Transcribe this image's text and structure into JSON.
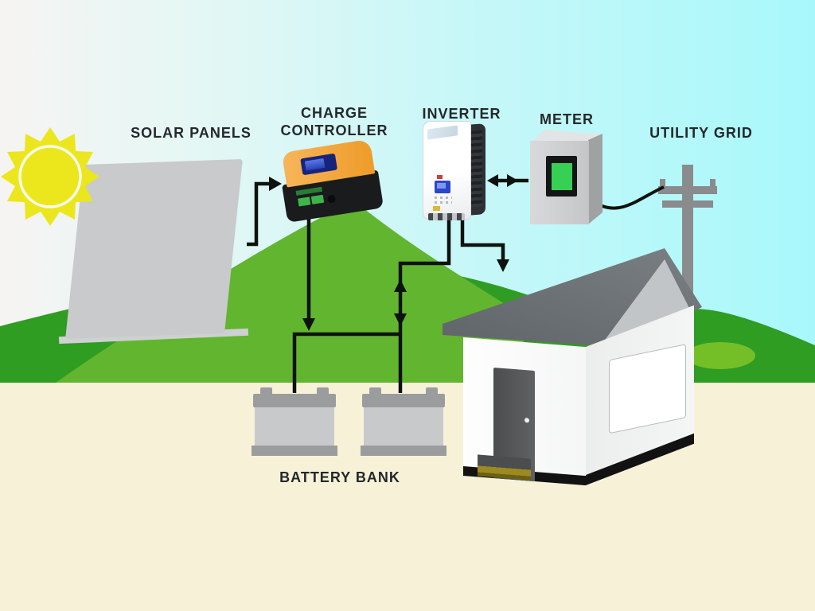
{
  "diagram": {
    "nodes": {
      "solar_panels": {
        "label": "SOLAR PANELS"
      },
      "charge_controller": {
        "label_line1": "CHARGE",
        "label_line2": "CONTROLLER"
      },
      "inverter": {
        "label": "INVERTER"
      },
      "meter": {
        "label": "METER"
      },
      "utility_grid": {
        "label": "UTILITY GRID"
      },
      "battery_bank": {
        "label": "BATTERY BANK",
        "battery_count": 2
      },
      "house": {
        "label": ""
      }
    },
    "connections": [
      {
        "from": "solar_panels",
        "to": "charge_controller",
        "type": "arrow"
      },
      {
        "from": "charge_controller",
        "to": "battery_bank",
        "type": "arrow"
      },
      {
        "from": "battery_bank",
        "to": "inverter",
        "type": "bidirectional"
      },
      {
        "from": "inverter",
        "to": "house",
        "type": "arrow"
      },
      {
        "from": "inverter",
        "to": "meter",
        "type": "bidirectional"
      },
      {
        "from": "meter",
        "to": "utility_grid",
        "type": "wire"
      }
    ]
  },
  "colors": {
    "sky_left": "#f6f4f3",
    "sky_right": "#a8f8fb",
    "hill_dark": "#2f9c22",
    "hill_bright": "#62b52e",
    "hill_patch": "#74bf27",
    "ground": "#f7f1d8",
    "wire": "#0e120e",
    "label_text": "#24282a",
    "sun_yellow": "#ebe61e",
    "panel_cell_blue": "#1f76c4",
    "controller_orange": "#f2a33c",
    "terminal_green": "#3db54a",
    "meter_screen_green": "#35d054",
    "inverter_screen_blue": "#2b46c8",
    "roof_gray": "#6b7074",
    "door_gray": "#565759",
    "battery_gray": "#c8c9cb",
    "step_olive": "#9c8a20"
  }
}
